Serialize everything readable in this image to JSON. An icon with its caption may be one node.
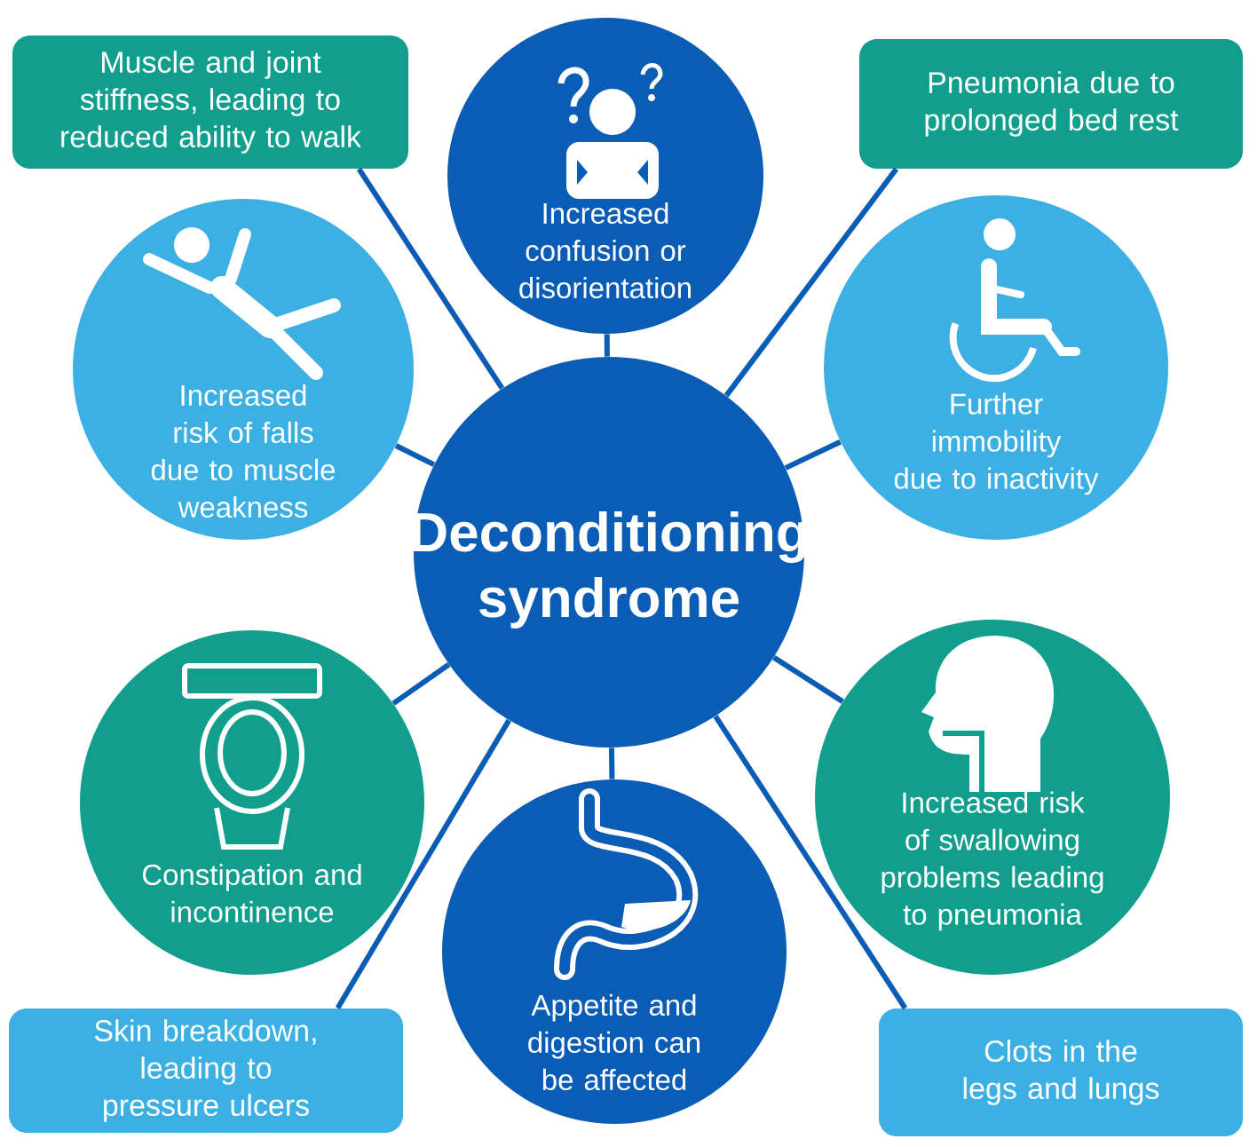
{
  "diagram": {
    "nodes": [
      {
        "text": [
          "Deconditioning syndrome"
        ]
      },
      {
        "text": [
          "Muscle and joint stiffness, leading to reduced ability to walk"
        ]
      },
      {
        "text": [
          "Increased confusion or disorientation"
        ]
      },
      {
        "text": [
          "Pneumonia due to prolonged bed rest"
        ]
      },
      {
        "text": [
          "Increased risk of falls due to muscle weakness"
        ]
      },
      {
        "text": [
          "Further immobility due to inactivity"
        ]
      },
      {
        "text": [
          "Constipation and incontinence"
        ]
      },
      {
        "text": [
          "Appetite and digestion can be affected"
        ]
      },
      {
        "text": [
          "Increased risk of swallowing problems leading to pneumonia"
        ]
      },
      {
        "text": [
          "Skin breakdown, leading to pressure ulcers"
        ]
      },
      {
        "text": [
          "Clots in the legs and lungs"
        ]
      }
    ],
    "edges": [
      {
        "from": 0,
        "to": 1,
        "arrow": "none"
      },
      {
        "from": 0,
        "to": 2,
        "arrow": "none"
      },
      {
        "from": 0,
        "to": 3,
        "arrow": "none"
      },
      {
        "from": 0,
        "to": 4,
        "arrow": "none"
      },
      {
        "from": 0,
        "to": 5,
        "arrow": "none"
      },
      {
        "from": 0,
        "to": 6,
        "arrow": "none"
      },
      {
        "from": 0,
        "to": 7,
        "arrow": "none"
      },
      {
        "from": 0,
        "to": 8,
        "arrow": "none"
      },
      {
        "from": 0,
        "to": 9,
        "arrow": "none"
      },
      {
        "from": 0,
        "to": 10,
        "arrow": "none"
      }
    ]
  }
}
